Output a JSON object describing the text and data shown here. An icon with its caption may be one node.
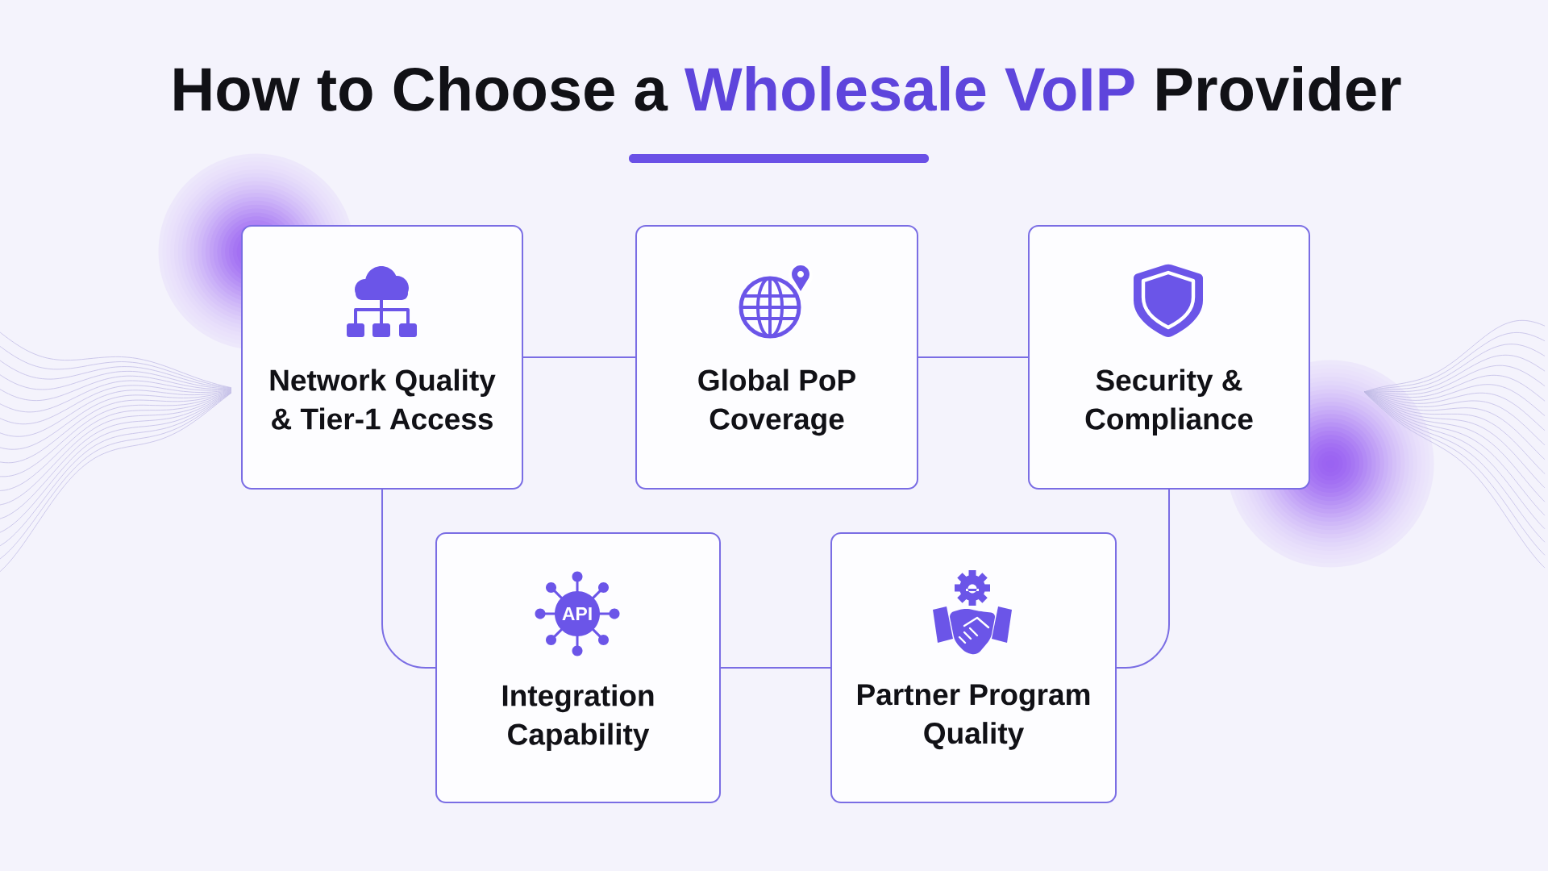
{
  "diagram": {
    "title": "How to Choose a Wholesale VoIP Provider",
    "nodes": [
      {
        "text": [
          "Network Quality & Tier-1 Access"
        ]
      },
      {
        "text": [
          "Global PoP Coverage"
        ]
      },
      {
        "text": [
          "Security & Compliance"
        ]
      },
      {
        "text": [
          "Integration Capability"
        ]
      },
      {
        "text": [
          "Partner Program Quality"
        ]
      }
    ],
    "edges": [
      {
        "from": 0,
        "to": 1,
        "arrow": "none"
      },
      {
        "from": 1,
        "to": 2,
        "arrow": "none"
      },
      {
        "from": 0,
        "to": 3,
        "arrow": "none"
      },
      {
        "from": 3,
        "to": 4,
        "arrow": "none"
      },
      {
        "from": 2,
        "to": 4,
        "arrow": "none"
      }
    ],
    "labels": [
      "API"
    ]
  }
}
